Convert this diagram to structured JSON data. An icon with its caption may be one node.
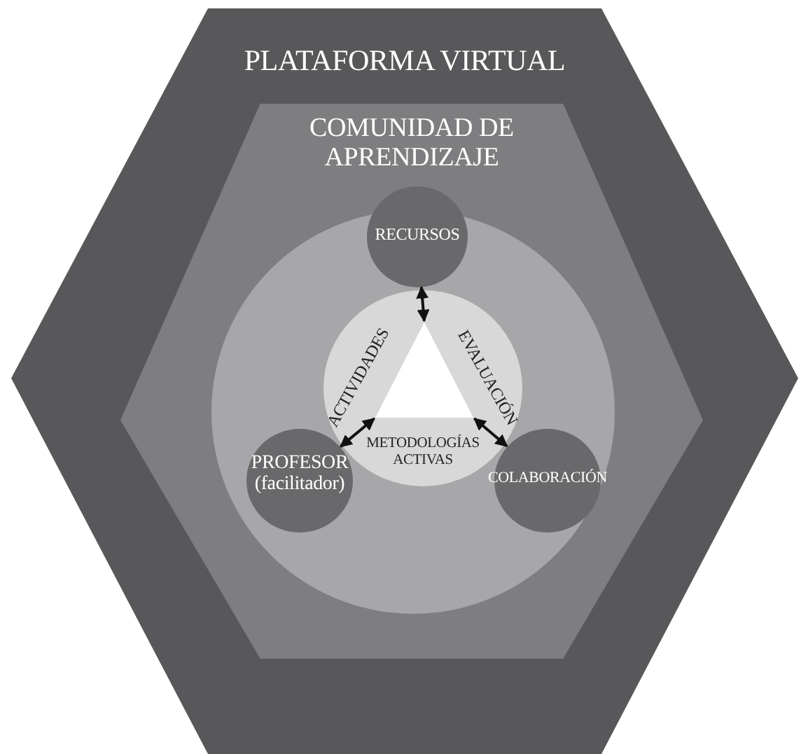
{
  "diagram": {
    "nodes": [
      {
        "text": [
          "PLATAFORMA VIRTUAL"
        ]
      },
      {
        "text": [
          "COMUNIDAD DE APRENDIZAJE"
        ],
        "in": 0
      },
      {
        "text": [],
        "shape": "circle",
        "in": 1
      },
      {
        "text": [
          "RECURSOS"
        ],
        "in": 1
      },
      {
        "text": [
          "PROFESOR (facilitador)"
        ],
        "in": 2
      },
      {
        "text": [
          "COLABORACIÓN"
        ],
        "in": 2
      },
      {
        "text": [
          "ACTIVIDADES",
          "EVALUACIÓN",
          "METODOLOGÍAS ACTIVAS"
        ],
        "in": 2
      },
      {
        "text": [],
        "shape": "triangle",
        "in": 6
      }
    ],
    "edges": [
      {
        "from": 7,
        "to": 3,
        "arrow": "both"
      },
      {
        "from": 7,
        "to": 4,
        "arrow": "both"
      },
      {
        "from": 7,
        "to": 5,
        "arrow": "both"
      }
    ]
  }
}
